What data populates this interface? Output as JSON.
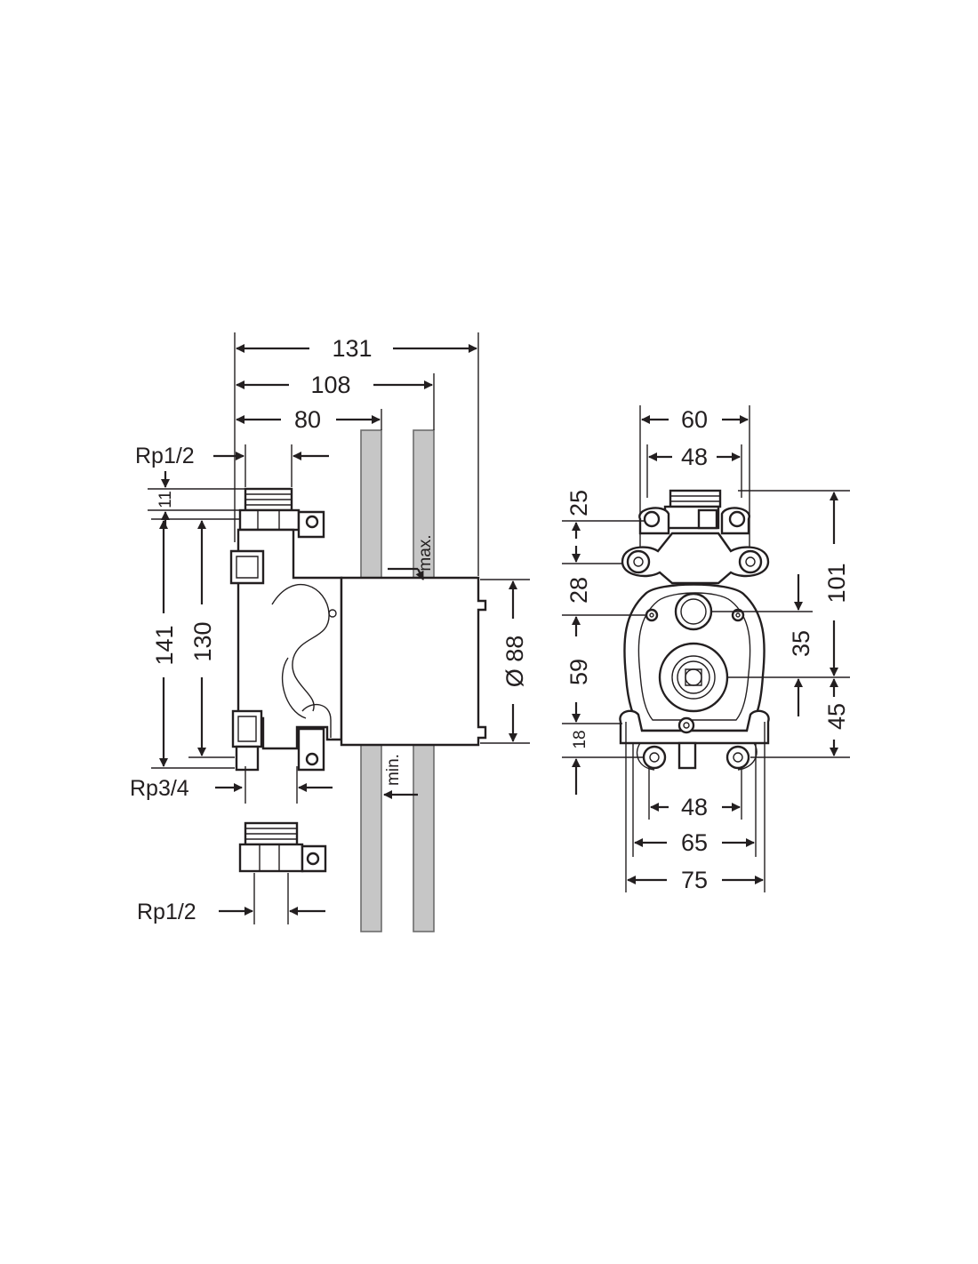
{
  "side_view": {
    "dim_overall": "131",
    "dim_max_wall": "108",
    "dim_min_wall": "80",
    "thread_top": "Rp1/2",
    "thread_outlet": "Rp3/4",
    "thread_bottom_part": "Rp1/2",
    "dim_top_offset": "11",
    "dim_height_outer": "141",
    "dim_height_inner": "130",
    "dim_diameter": "Ø 88",
    "label_max": "max.",
    "label_min": "min."
  },
  "front_view": {
    "dim_width_top_outer": "60",
    "dim_width_top_inner": "48",
    "dim_top": "25",
    "dim_upper": "28",
    "dim_middle": "59",
    "dim_lower": "18",
    "dim_overall_height": "101",
    "dim_port_spacing": "35",
    "dim_bottom_right": "45",
    "dim_width_bottom_inner": "48",
    "dim_width_bottom_mid": "65",
    "dim_width_bottom_outer": "75"
  }
}
